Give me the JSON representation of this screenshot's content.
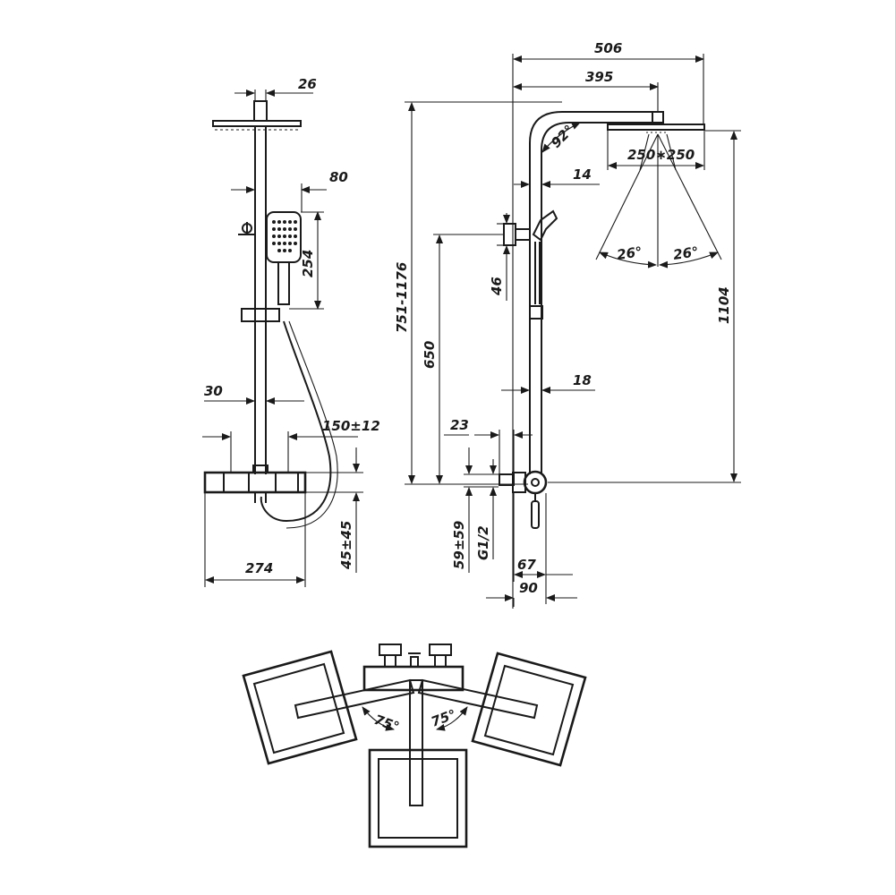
{
  "dimensions": {
    "front_head_width": "26",
    "handshower_offset": "80",
    "handshower_height": "254",
    "rail_width": "30",
    "inlet_spacing": "150±12",
    "valve_width": "274",
    "valve_depth": "45±45",
    "overall_reach": "506",
    "arm_reach": "395",
    "arm_angle": "92°",
    "pipe_offset": "14",
    "head_size": "250∗250",
    "spray_angle_left": "26°",
    "spray_angle_right": "26°",
    "height_range": "751-1176",
    "bracket_height": "46",
    "rail_height": "650",
    "pipe_diameter": "18",
    "overall_height": "1104",
    "wall_gap": "23",
    "eccentric_range": "59±59",
    "thread": "G1/2",
    "valve_projection": "67",
    "total_projection": "90",
    "rotation_left": "75°",
    "rotation_right": "75°"
  }
}
